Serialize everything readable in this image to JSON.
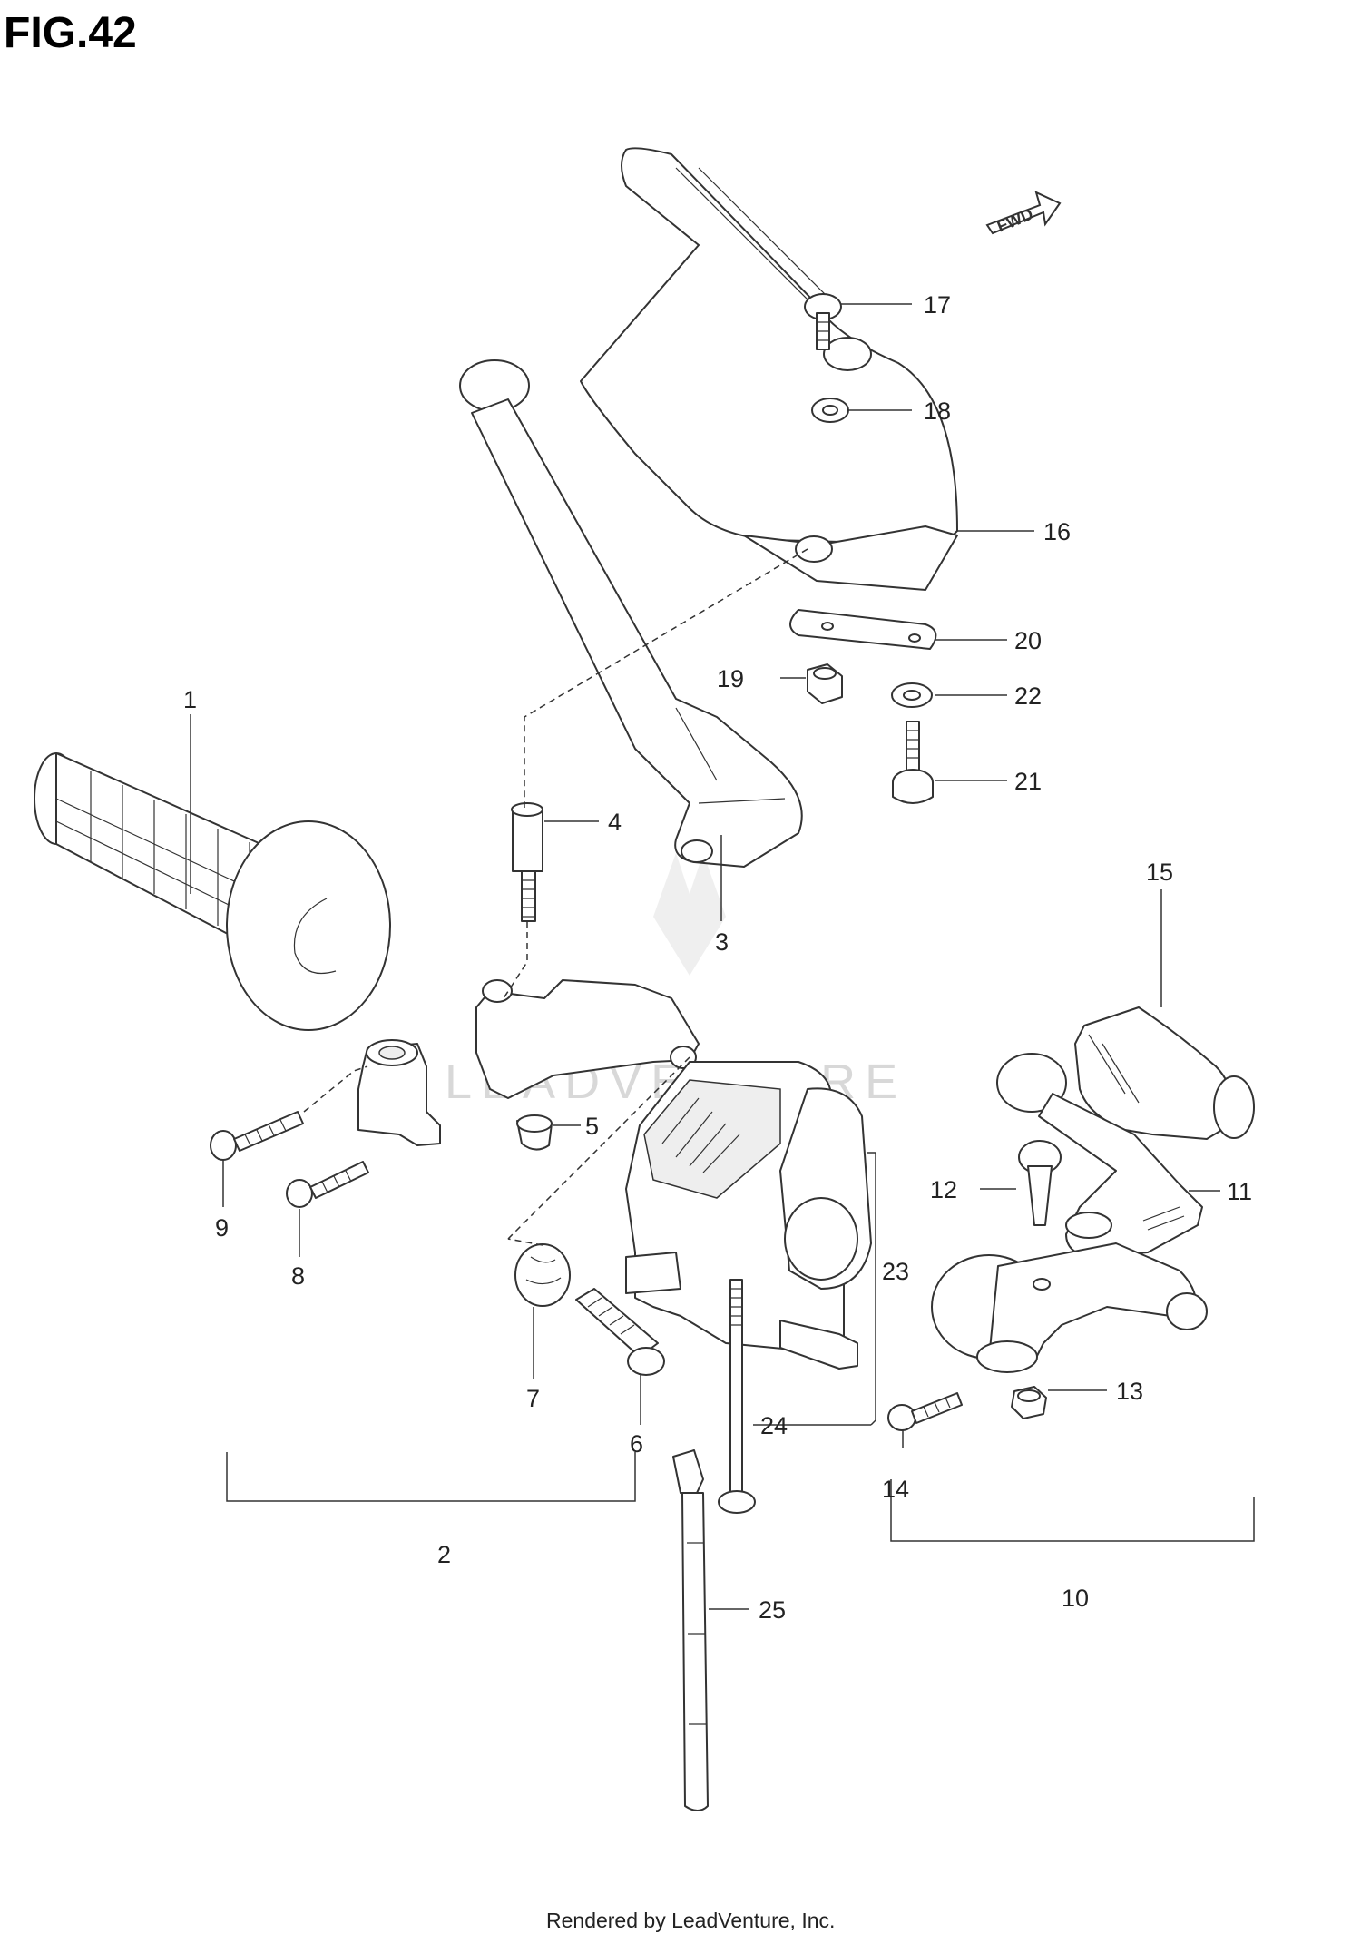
{
  "figure_title": "FIG.42",
  "fwd_label": "FWD",
  "watermark": "LEADVENTURE",
  "footer": "Rendered by LeadVenture, Inc.",
  "callouts": {
    "c1": "1",
    "c2": "2",
    "c3": "3",
    "c4": "4",
    "c5": "5",
    "c6": "6",
    "c7": "7",
    "c8": "8",
    "c9": "9",
    "c10": "10",
    "c11": "11",
    "c12": "12",
    "c13": "13",
    "c14": "14",
    "c15": "15",
    "c16": "16",
    "c17": "17",
    "c18": "18",
    "c19": "19",
    "c20": "20",
    "c21": "21",
    "c22": "22",
    "c23": "23",
    "c24": "24",
    "c25": "25"
  }
}
